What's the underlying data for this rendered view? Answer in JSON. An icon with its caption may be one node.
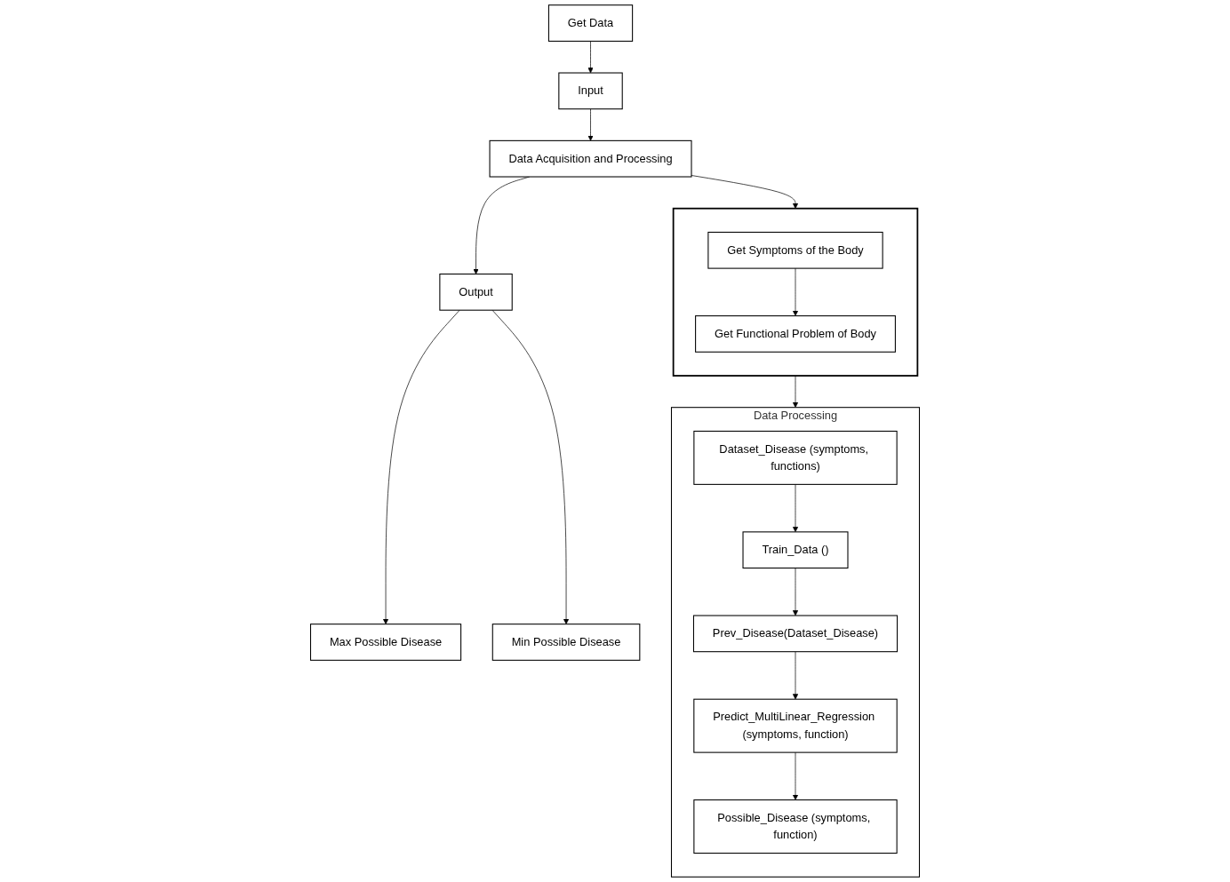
{
  "diagram": {
    "nodes": [
      {
        "text": [
          "Input"
        ]
      },
      {
        "text": [
          "Get Data"
        ]
      },
      {
        "text": [
          "Data Processing"
        ]
      },
      {
        "text": [
          "Dataset_Disease (symptoms, functions)"
        ],
        "in": 2
      },
      {
        "text": [
          "Train_Data ()"
        ],
        "in": 2
      },
      {
        "text": [
          "Prev_Disease(Dataset_Disease)"
        ],
        "in": 2
      },
      {
        "text": [
          "Predict_MultiLinear_Regression (symptoms, function)"
        ],
        "in": 2
      },
      {
        "text": [
          "Possible_Disease (symptoms, function)"
        ],
        "in": 2
      },
      {
        "text": [
          "Data Acquisition and Processing"
        ]
      },
      {
        "text": [],
        "shape": "box"
      },
      {
        "text": [
          "Get Symptoms of the Body"
        ],
        "in": 9
      },
      {
        "text": [
          "Get Functional Problem of Body"
        ],
        "in": 9
      },
      {
        "text": [
          "Output"
        ]
      },
      {
        "text": [
          "Max Possible Disease"
        ]
      },
      {
        "text": [
          "Min Possible Disease"
        ]
      }
    ],
    "edges": [
      {
        "from": 1,
        "to": 0,
        "arrow": "to"
      },
      {
        "from": 0,
        "to": 8,
        "arrow": "to"
      },
      {
        "from": 8,
        "to": 9,
        "arrow": "to"
      },
      {
        "from": 9,
        "to": 2,
        "arrow": "to"
      },
      {
        "from": 3,
        "to": 4,
        "arrow": "to"
      },
      {
        "from": 4,
        "to": 5,
        "arrow": "to"
      },
      {
        "from": 5,
        "to": 6,
        "arrow": "to"
      },
      {
        "from": 6,
        "to": 7,
        "arrow": "to"
      },
      {
        "from": 10,
        "to": 11,
        "arrow": "to"
      },
      {
        "from": 8,
        "to": 12,
        "arrow": "to"
      },
      {
        "from": 12,
        "to": 13,
        "arrow": "to"
      },
      {
        "from": 12,
        "to": 14,
        "arrow": "to"
      }
    ]
  }
}
